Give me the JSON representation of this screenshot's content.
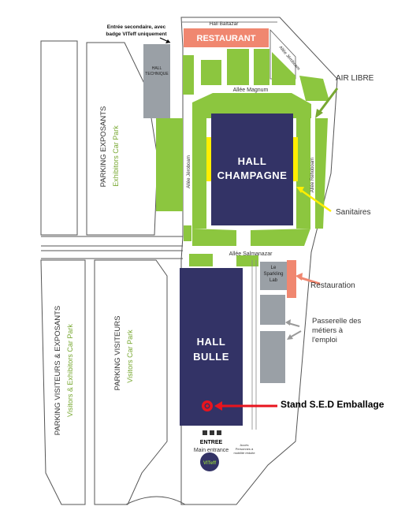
{
  "map": {
    "entrance_secondary": "Entrée secondaire, avec badge VITeff uniquement",
    "hall_baltazar": "Hall Baltazar",
    "restaurant": "RESTAURANT",
    "allee_jeroboam_top": "Allée Jéroboam",
    "hall_technique": "HALL TECHNIQUE",
    "allee_magnum": "Allée Magnum",
    "air_libre": "AIR LIBRE",
    "parking_exposants": "PARKING EXPOSANTS",
    "exhibitors_car_park": "Exhibitors Car Park",
    "allee_jeroboam_left": "Allée Jéroboam",
    "allee_rehoboam": "Allée Réhoboam",
    "hall_champagne_line1": "HALL",
    "hall_champagne_line2": "CHAMPAGNE",
    "sanitaires": "Sanitaires",
    "allee_salmanazar": "Allée Salmanazar",
    "le_sparkling_lab": "Le Sparkling Lab",
    "restauration": "Restauration",
    "parking_visiteurs_exposants": "PARKING VISITEURS & EXPOSANTS",
    "visitors_exhibitors_car_park": "Visitors & Exhibitors Car Park",
    "parking_visiteurs": "PARKING VISITEURS",
    "visitors_car_park": "Visitors Car Park",
    "hall_bulle_line1": "HALL",
    "hall_bulle_line2": "BULLE",
    "passerelle": "Passerelle des métiers à l'emploi",
    "stand": "Stand S.E.D Emballage",
    "entree": "ENTREE",
    "main_entrance": "Main entrance",
    "acces_pmr": "Accès Personnes à mobilité réduite",
    "logo_text": "VITeff"
  },
  "colors": {
    "green": "#8cc63f",
    "hall": "#333366",
    "restaurant": "#f08770",
    "yellow": "#ffee00",
    "gray": "#9aa0a6",
    "stand_red": "#e8141e",
    "arrow_green": "#78a832",
    "outline": "#555555"
  }
}
